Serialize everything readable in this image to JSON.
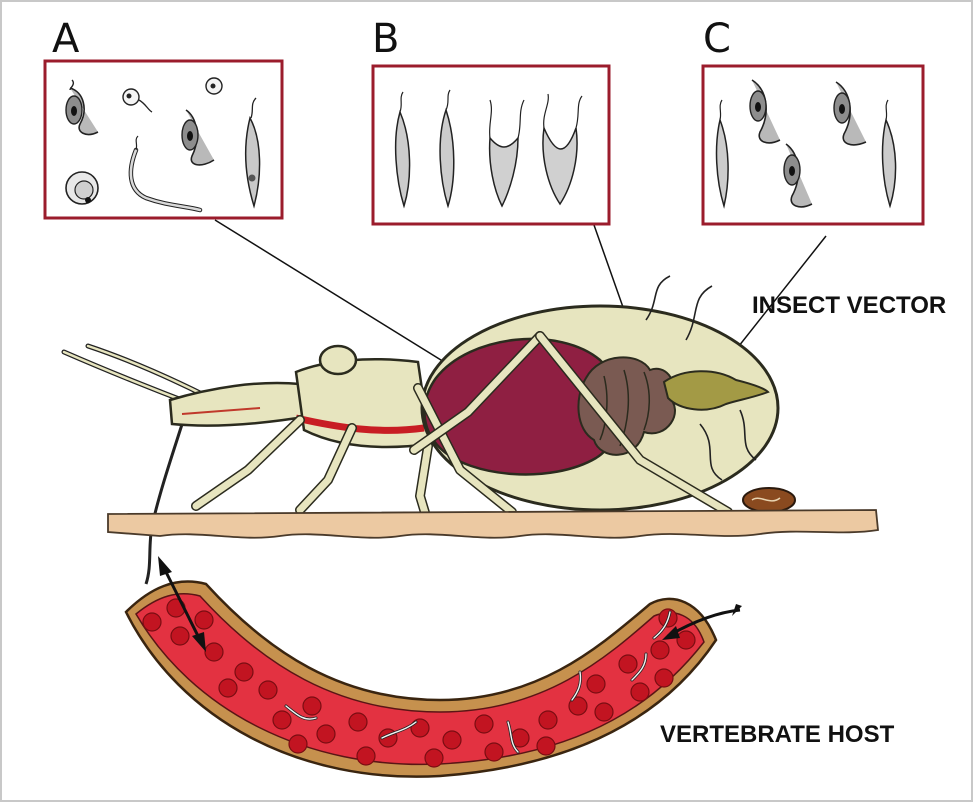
{
  "panels": [
    {
      "letter": "A"
    },
    {
      "letter": "B"
    },
    {
      "letter": "C"
    }
  ],
  "labels": {
    "insect": "INSECT VECTOR",
    "host": "VERTEBRATE HOST"
  },
  "colors": {
    "frame": "#9b1c2c",
    "insect_body": "#e7e5bf",
    "insect_outline": "#2b2b1e",
    "gut": "#8f1f42",
    "hindgut": "#7a5a52",
    "gland": "#a39a45",
    "ground": "#ecc9a2",
    "vessel_wall": "#c6914e",
    "blood": "#e33241",
    "blood_cell": "#c21421"
  }
}
